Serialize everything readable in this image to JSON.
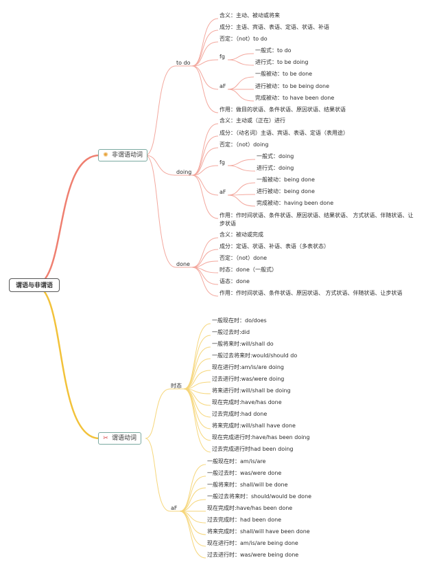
{
  "root": "谓语与非谓语",
  "branches": {
    "nonfinite": {
      "label": "非谓语动词",
      "icon": "lightbulb-icon",
      "color": "#ef7f70",
      "groups": {
        "todo": {
          "label": "to do",
          "items": {
            "meaning": "含义：主动、被动或将来",
            "component": "成分：主语、宾语、表语、定语、状语、补语",
            "negation": "否定：（not）to do",
            "fg": "fg",
            "fg_general": "一般式：to do",
            "fg_progressive": "进行式：to be doing",
            "af": "aF",
            "af_general_passive": "一般被动：to be done",
            "af_progressive_passive": "进行被动：to be being done",
            "af_perfect_passive": "完成被动：to have been done",
            "function": "作用：做目的状语、条件状语、原因状语、结果状语"
          }
        },
        "doing": {
          "label": "doing",
          "items": {
            "meaning": "含义：主动或（正在）进行",
            "component": "成分：（动名词）主语、宾语、表语、定语（表用途）",
            "negation": "否定：（not）doing",
            "fg": "fg",
            "fg_general": "一般式：doing",
            "fg_progressive": "进行式：doing",
            "af": "aF",
            "af_general_passive": "一般被动：being done",
            "af_progressive_passive": "进行被动：being done",
            "af_perfect_passive": "完成被动：having been done",
            "function": "作用：作时间状语、条件状语、原因状语、结果状语、 方式状语、伴随状语、让步状语"
          }
        },
        "done": {
          "label": "done",
          "items": {
            "meaning": "含义：被动或完成",
            "component": "成分：定语、状语、补语、表语（多表状态）",
            "negation": "否定：（not）done",
            "tense": "时态：done（一般式）",
            "voice": "语态：done",
            "function": "作用：作时间状语、条件状语、原因状语、 方式状语、伴随状语、让步状语"
          }
        }
      }
    },
    "finite": {
      "label": "谓语动词",
      "icon": "tools-icon",
      "color": "#f2c23a",
      "groups": {
        "tense": {
          "label": "时态",
          "items": [
            "一般现在时：do/does",
            "一般过去时:did",
            "一般将来时:will/shall do",
            "一般过去将来时:would/should do",
            "现在进行时:am/is/are doing",
            "过去进行时:was/were doing",
            "将来进行时:will/shall be doing",
            "现在完成时:have/has done",
            "过去完成时:had done",
            "将来完成时:will/shall have done",
            "现在完成进行时:have/has been doing",
            "过去完成进行时had been doing"
          ]
        },
        "af": {
          "label": "aF",
          "items": [
            "一般现在时：am/is/are",
            "一般过去时：was/were done",
            "一般将来时：shall/will be done",
            "一般过去将来时：should/would be done",
            "现在完成时:have/has been done",
            "过去完成时：had been done",
            "将来完成时：shall/will have been done",
            "现在进行时：am/is/are being done",
            "过去进行时：was/were being done"
          ]
        }
      }
    }
  }
}
